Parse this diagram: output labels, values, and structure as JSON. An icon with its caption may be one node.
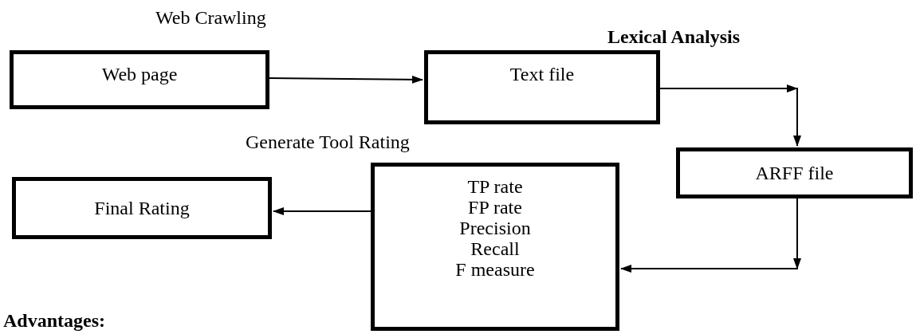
{
  "diagram": {
    "nodes": [
      {
        "text": [
          "Web page"
        ]
      },
      {
        "text": [
          "Text file"
        ]
      },
      {
        "text": [
          "ARFF file"
        ]
      },
      {
        "text": [
          "TP rate",
          "FP rate",
          "Precision",
          "Recall",
          "F measure"
        ],
        "beside": [
          "Generate Tool Rating"
        ]
      },
      {
        "text": [
          "Final Rating"
        ]
      }
    ],
    "edges": [
      {
        "from": 0,
        "to": 1,
        "arrow": "to",
        "label": "Web Crawling"
      },
      {
        "from": 1,
        "to": 2,
        "arrow": "to",
        "label": "Lexical Analysis"
      },
      {
        "from": 2,
        "to": 3,
        "arrow": "to"
      },
      {
        "from": 3,
        "to": 4,
        "arrow": "to"
      }
    ],
    "labels": [
      "Advantages:"
    ]
  }
}
